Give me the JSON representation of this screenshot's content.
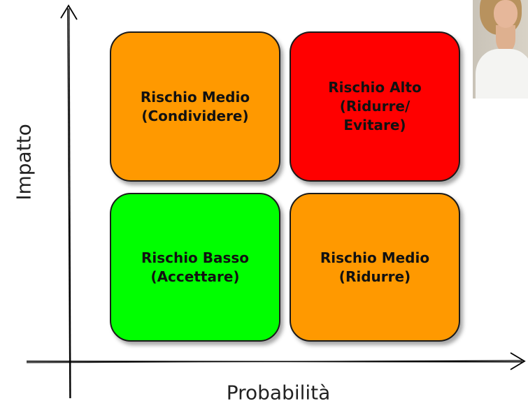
{
  "diagram": {
    "y_axis_label": "Impatto",
    "x_axis_label": "Probabilità",
    "quadrants": {
      "top_left": {
        "text": "Rischio Medio\n(Condividere)",
        "color": "#FF9900"
      },
      "top_right": {
        "text": "Rischio Alto\n(Ridurre/\nEvitare)",
        "color": "#FF0000"
      },
      "bottom_left": {
        "text": "Rischio Basso\n(Accettare)",
        "color": "#00FF00"
      },
      "bottom_right": {
        "text": "Rischio Medio\n(Ridurre)",
        "color": "#FF9900"
      }
    }
  },
  "colors": {
    "axis": "#000000",
    "border": "#1a1a1a"
  }
}
